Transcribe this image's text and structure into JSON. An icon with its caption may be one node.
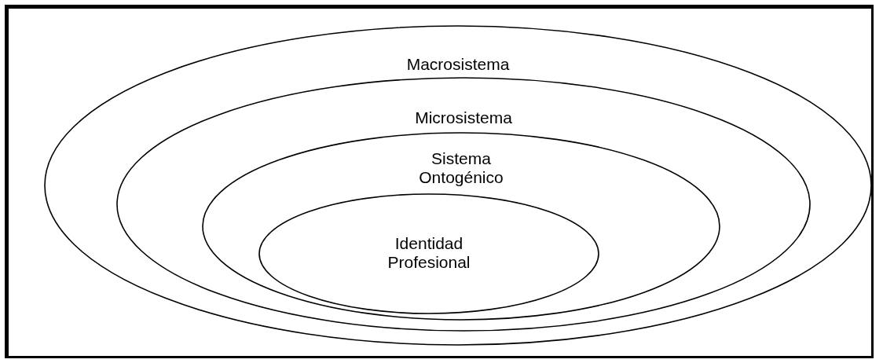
{
  "diagram": {
    "nodes": [
      {
        "text": [
          "Macrosistema"
        ]
      },
      {
        "text": [
          "Microsistema"
        ],
        "in": 0
      },
      {
        "text": [
          "Sistema Ontogénico"
        ],
        "in": 1
      },
      {
        "text": [
          "Identidad Profesional"
        ],
        "in": 2
      }
    ]
  }
}
